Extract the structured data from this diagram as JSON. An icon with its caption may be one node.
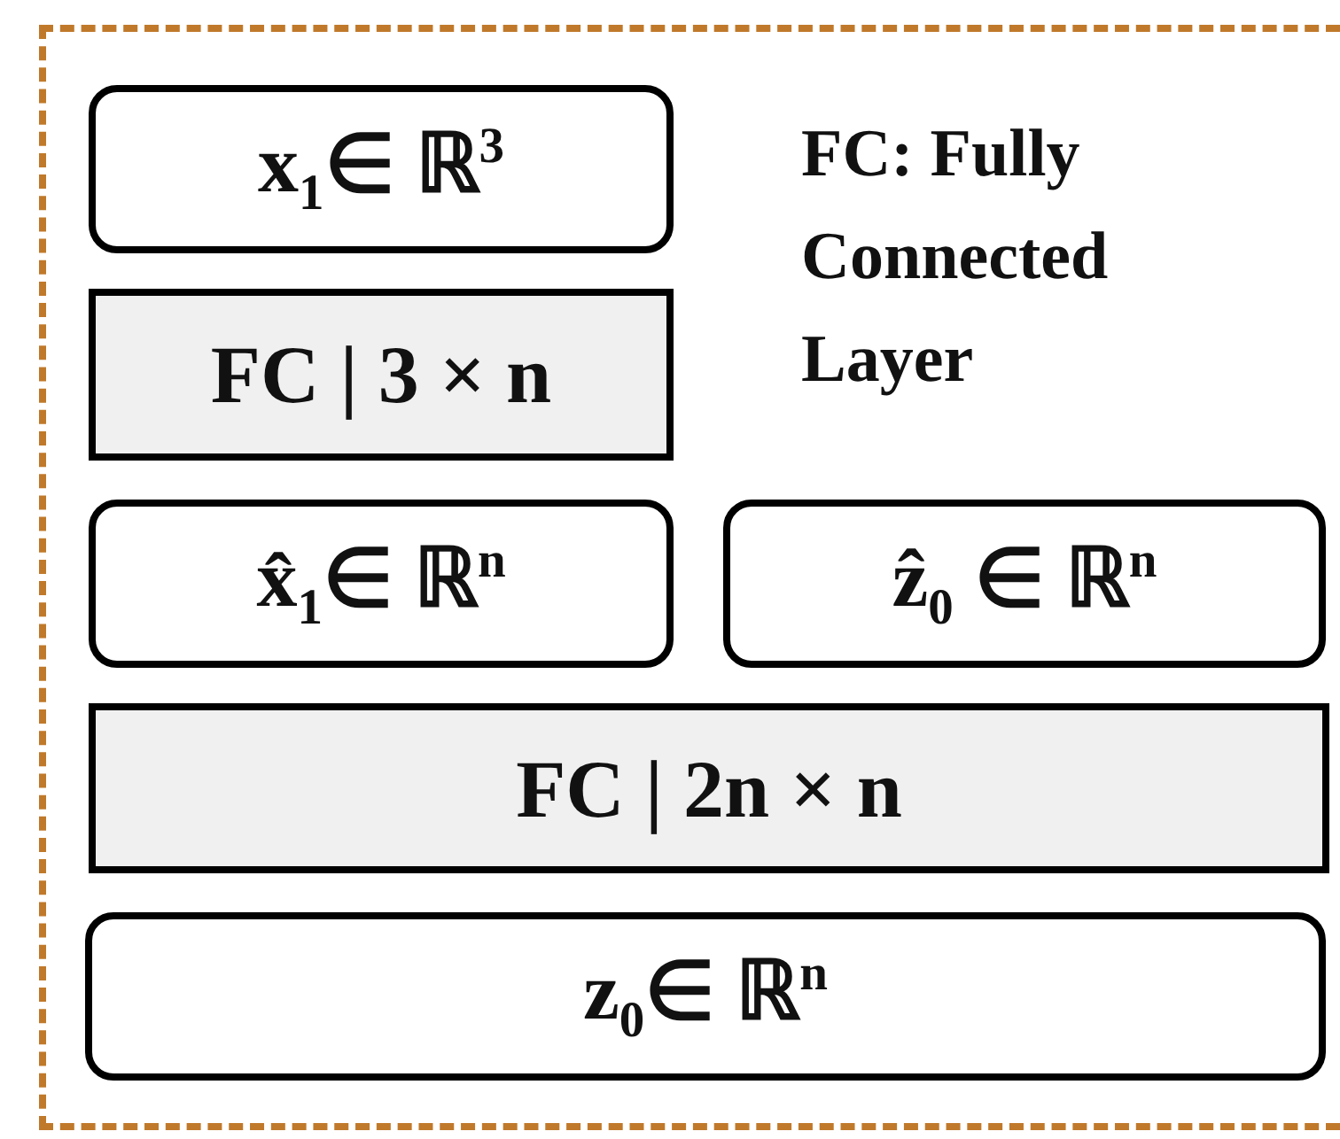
{
  "diagram": {
    "nodes": [
      {
        "text": [
          "x$_{1}$∈ ℝ$^{3}$"
        ]
      },
      {
        "text": [
          "FC | 3 × n"
        ]
      },
      {
        "text": [
          "x̂$_{1}$∈ ℝ$^{n}$"
        ]
      },
      {
        "text": [
          "ẑ$_{0}$ ∈ ℝ$^{n}$"
        ]
      },
      {
        "text": [
          "FC | 2n × n"
        ]
      },
      {
        "text": [
          "z$_{0}$∈ ℝ$^{n}$"
        ]
      }
    ],
    "labels": [
      "FC: Fully Connected Layer"
    ]
  }
}
